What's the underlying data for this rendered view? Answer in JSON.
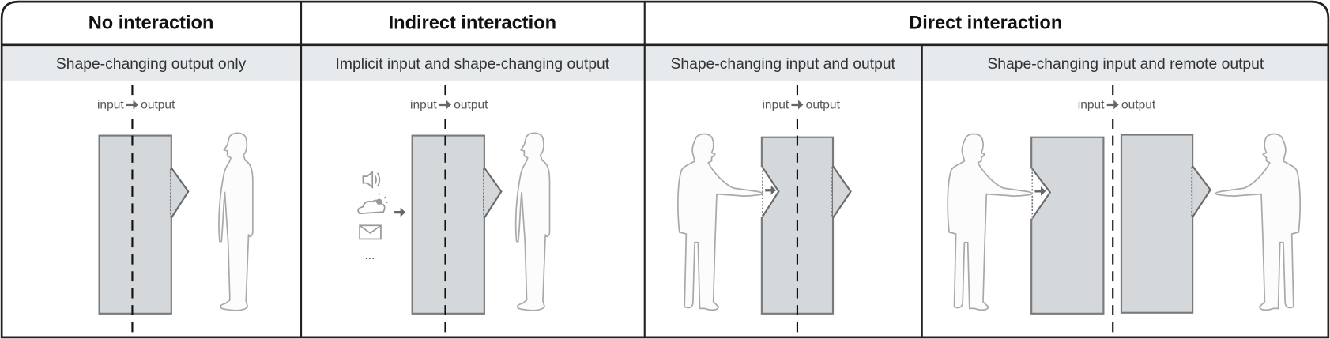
{
  "headers": {
    "no_interaction": "No interaction",
    "indirect_interaction": "Indirect interaction",
    "direct_interaction": "Direct interaction"
  },
  "subtitles": {
    "panel1": "Shape-changing output only",
    "panel2": "Implicit input and shape-changing output",
    "panel3": "Shape-changing input and output",
    "panel4": "Shape-changing input and remote output"
  },
  "flow_label": {
    "input": "input",
    "output": "output"
  },
  "implicit_inputs": {
    "icons": [
      "speaker-icon",
      "weather-icon",
      "mail-icon"
    ],
    "more": "..."
  },
  "colors": {
    "band": "#e6eaec",
    "device": "#d4d8db",
    "border": "#222222"
  }
}
